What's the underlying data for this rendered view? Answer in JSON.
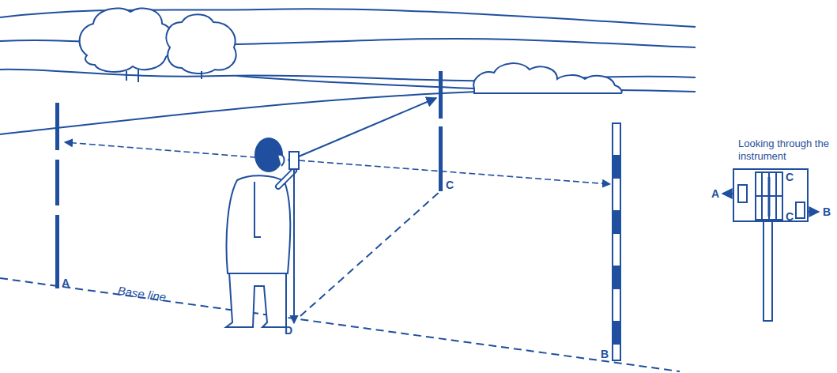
{
  "diagram": {
    "labels": [
      "C",
      "Looking through the instrument",
      "A",
      "C",
      "B",
      "C",
      "A",
      "Base line",
      "D",
      "B"
    ]
  }
}
